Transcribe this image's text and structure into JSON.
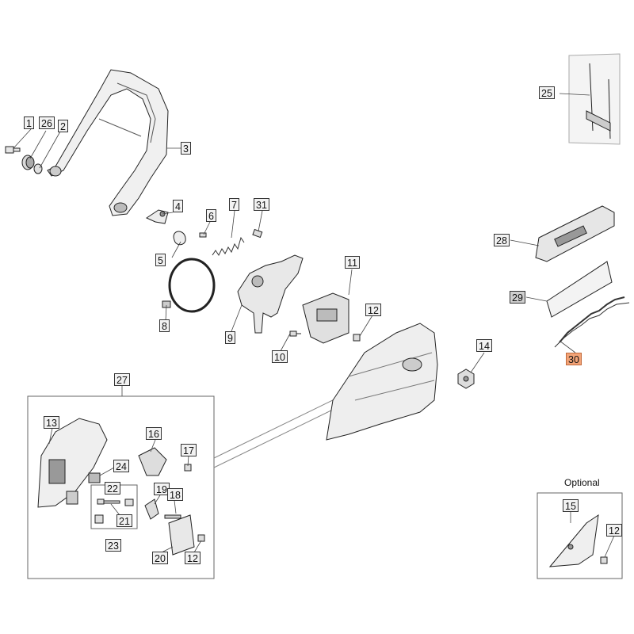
{
  "optional_label": "Optional",
  "callouts": {
    "p1": "1",
    "p2": "2",
    "p3": "3",
    "p4": "4",
    "p5": "5",
    "p6": "6",
    "p7": "7",
    "p8": "8",
    "p9": "9",
    "p10": "10",
    "p11": "11",
    "p12a": "12",
    "p12b": "12",
    "p12c": "12",
    "p13": "13",
    "p14": "14",
    "p15": "15",
    "p16": "16",
    "p17": "17",
    "p18": "18",
    "p19": "19",
    "p20": "20",
    "p21": "21",
    "p22": "22",
    "p23": "23",
    "p24": "24",
    "p25": "25",
    "p26": "26",
    "p27": "27",
    "p28": "28",
    "p29": "29",
    "p30": "30",
    "p31": "31"
  },
  "highlight_color": "#f2a377"
}
